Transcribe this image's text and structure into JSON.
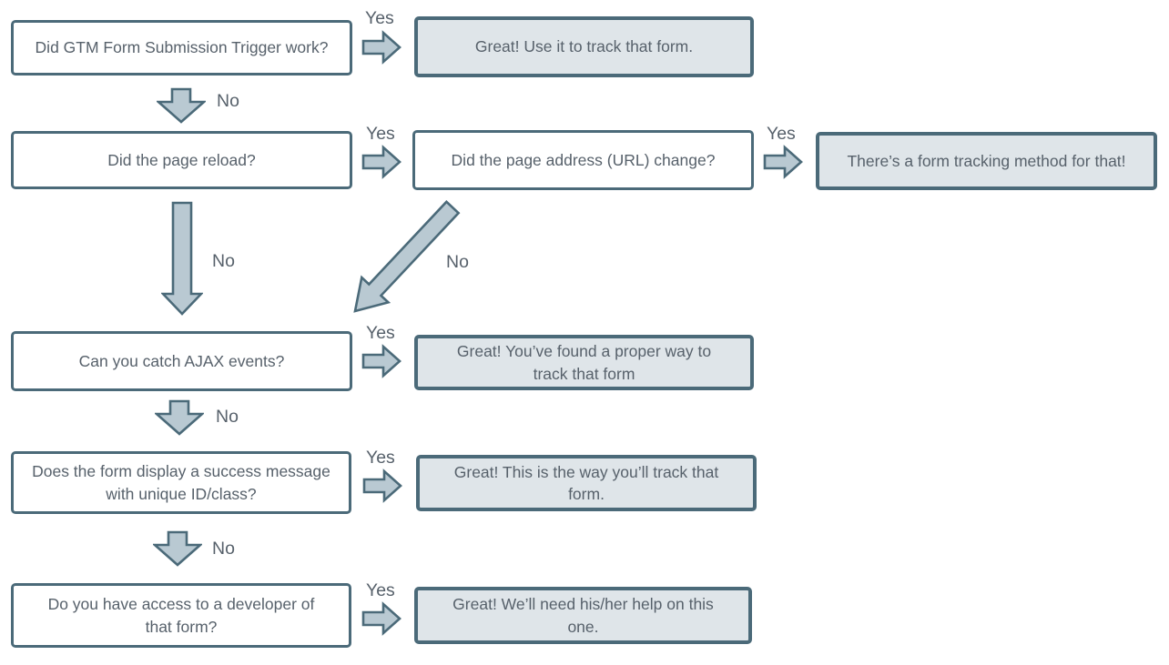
{
  "labels": {
    "yes": "Yes",
    "no": "No"
  },
  "colors": {
    "border": "#4b6a79",
    "boxFill": "#ffffff",
    "resultFill": "#dfe5e9",
    "arrowFill": "#b9c9d2",
    "text": "#57616b"
  },
  "flowchart": {
    "questions": {
      "gtm_trigger": "Did GTM Form Submission Trigger work?",
      "page_reload": "Did the page reload?",
      "url_change": "Did the page address (URL) change?",
      "ajax_events": "Can you catch AJAX events?",
      "success_message": "Does the form display a success message\nwith unique ID/class?",
      "developer_access": "Do you have access to a developer of\nthat form?"
    },
    "results": {
      "use_trigger": "Great! Use it to track that form.",
      "tracking_method": "There’s a form tracking method for that!",
      "proper_way": "Great! You’ve found a proper way to\ntrack that form",
      "success_way": "Great! This is the way you’ll track that\nform.",
      "developer_help": "Great! We’ll need his/her help on this\none."
    }
  }
}
